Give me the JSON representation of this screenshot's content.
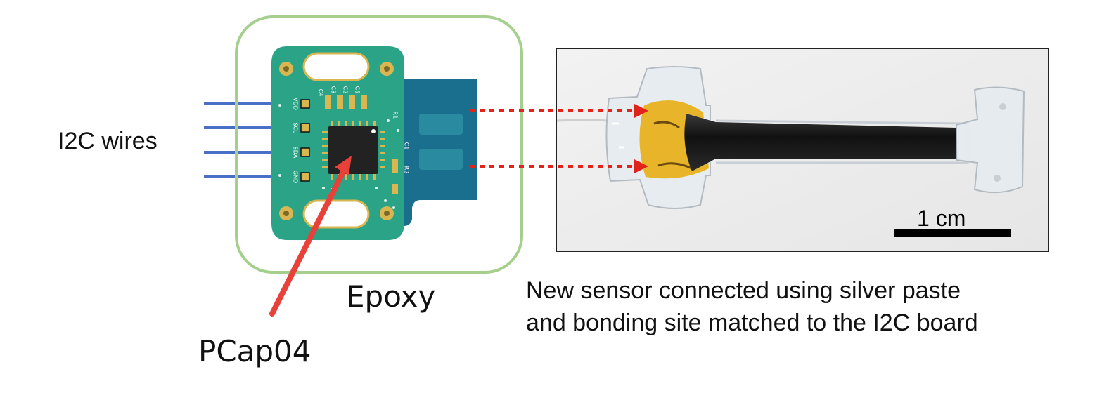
{
  "labels": {
    "i2c_wires": "I2C wires",
    "epoxy": "Epoxy",
    "pcap": "PCap04",
    "caption_line1": "New sensor connected using silver paste",
    "caption_line2": "and bonding site matched to the I2C board",
    "scale_bar": "1 cm"
  },
  "pcb_silkscreen": {
    "pads": [
      "VDD",
      "SCL",
      "SDA",
      "GND"
    ],
    "parts": [
      "C4",
      "C3",
      "C2",
      "C1",
      "R1",
      "R2",
      "C5"
    ]
  },
  "colors": {
    "wire_blue": "#4a6fc7",
    "epoxy_outline": "#a5cf8c",
    "pcb_green": "#2aa386",
    "flex_blue": "#1a6e8e",
    "chip_black": "#222222",
    "arrow_red": "#e8413a",
    "dotted_red": "#e0241c",
    "sensor_yellow": "#e8b52a"
  }
}
